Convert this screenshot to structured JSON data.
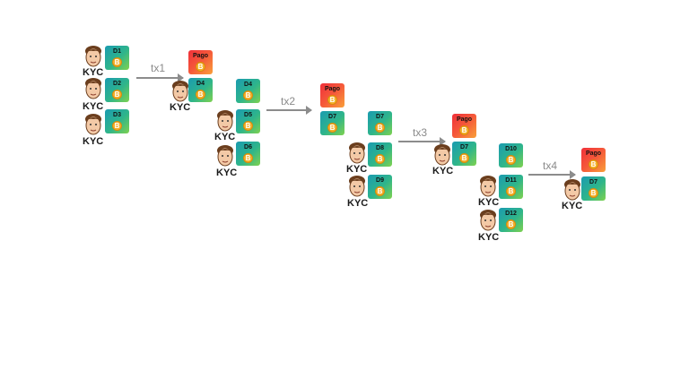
{
  "kyc_label": "KYC",
  "pago_label": "Pago",
  "coin_symbol": "B",
  "colors": {
    "arrow": "#8c8c8c",
    "coin": "#f4b02a",
    "pago": "#f0303a",
    "card": "#2fb58a"
  },
  "transactions": [
    {
      "label": "tx1"
    },
    {
      "label": "tx2"
    },
    {
      "label": "tx3"
    },
    {
      "label": "tx4"
    }
  ],
  "inputs": {
    "tx1": [
      "D1",
      "D2",
      "D3"
    ],
    "tx2": [
      "D4",
      "D5",
      "D6"
    ],
    "tx3": [
      "D7",
      "D8",
      "D9"
    ],
    "tx4": [
      "D10",
      "D11",
      "D12"
    ]
  },
  "outputs": {
    "tx1": [
      "Pago",
      "D4"
    ],
    "tx2": [
      "Pago",
      "D7"
    ],
    "tx3": [
      "Pago",
      "D7"
    ],
    "tx4": [
      "Pago",
      "D7"
    ]
  }
}
